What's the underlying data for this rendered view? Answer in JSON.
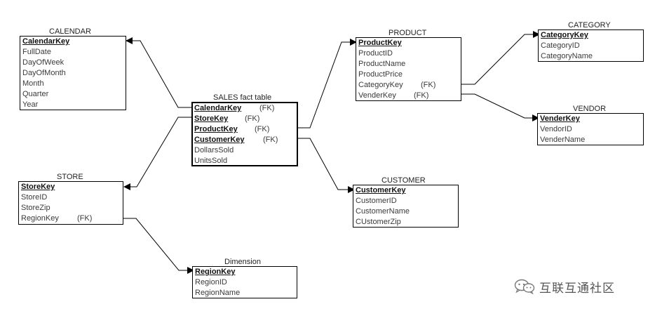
{
  "tables": {
    "calendar": {
      "title": "CALENDAR",
      "key": "CalendarKey",
      "fields": [
        "FullDate",
        "DayOfWeek",
        "DayOfMonth",
        "Month",
        "Quarter",
        "Year"
      ]
    },
    "sales": {
      "title": "SALES fact table",
      "keys": [
        {
          "name": "CalendarKey",
          "fk": "(FK)"
        },
        {
          "name": "StoreKey",
          "fk": "(FK)"
        },
        {
          "name": "ProductKey",
          "fk": "(FK)"
        },
        {
          "name": "CustomerKey",
          "fk": "(FK)"
        }
      ],
      "fields": [
        "DollarsSold",
        "UnitsSold"
      ]
    },
    "store": {
      "title": "STORE",
      "key": "StoreKey",
      "fields": [
        "StoreID",
        "StoreZip"
      ],
      "fk_field": {
        "name": "RegionKey",
        "fk": "(FK)"
      }
    },
    "dimension": {
      "title": "Dimension",
      "key": "RegionKey",
      "fields": [
        "RegionID",
        "RegionName"
      ]
    },
    "product": {
      "title": "PRODUCT",
      "key": "ProductKey",
      "fields": [
        "ProductID",
        "ProductName",
        "ProductPrice"
      ],
      "fk_fields": [
        {
          "name": "CategoryKey",
          "fk": "(FK)"
        },
        {
          "name": "VenderKey",
          "fk": "(FK)"
        }
      ]
    },
    "category": {
      "title": "CATEGORY",
      "key": "CategoryKey",
      "fields": [
        "CategoryID",
        "CategoryName"
      ]
    },
    "vendor": {
      "title": "VENDOR",
      "key": "VenderKey",
      "fields": [
        "VendorID",
        "VenderName"
      ]
    },
    "customer": {
      "title": "CUSTOMER",
      "key": "CustomerKey",
      "fields": [
        "CustomerID",
        "CustomerName",
        "CUstomerZip"
      ]
    }
  },
  "watermark": {
    "text": "互联互通社区",
    "icon": "wechat-icon"
  },
  "colors": {
    "line": "#000000",
    "text": "#333333",
    "watermark": "#555555"
  }
}
